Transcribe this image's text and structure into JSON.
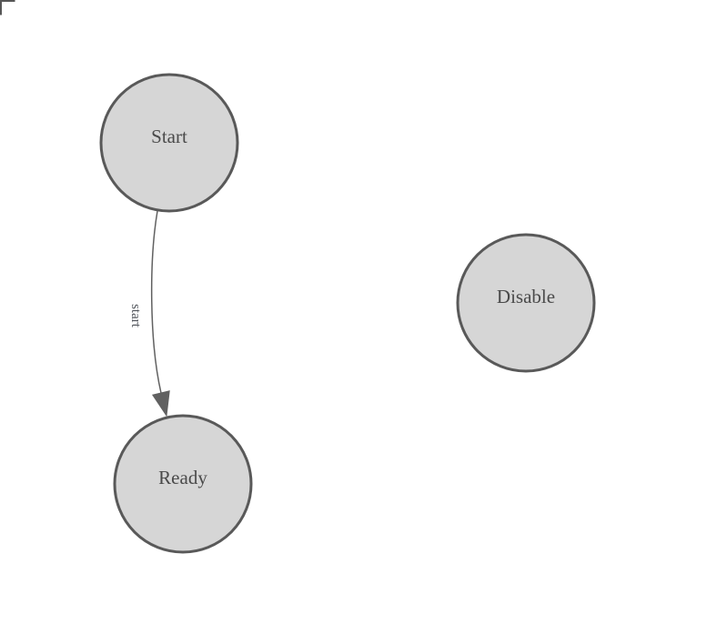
{
  "diagram": {
    "kind": "state-machine",
    "nodes": [
      {
        "id": "start",
        "label": "Start",
        "shape": "circle"
      },
      {
        "id": "ready",
        "label": "Ready",
        "shape": "circle"
      },
      {
        "id": "disable",
        "label": "Disable",
        "shape": "circle"
      }
    ],
    "edges": [
      {
        "from": "Start",
        "to": "Ready",
        "label": "start",
        "arrowhead": "filled-triangle"
      }
    ],
    "colors": {
      "node_fill": "#d6d6d6",
      "node_stroke": "#595959",
      "node_text": "#4a4a4a",
      "edge_stroke": "#616161",
      "edge_label": "#55595f",
      "corner_mark": "#565656"
    }
  }
}
